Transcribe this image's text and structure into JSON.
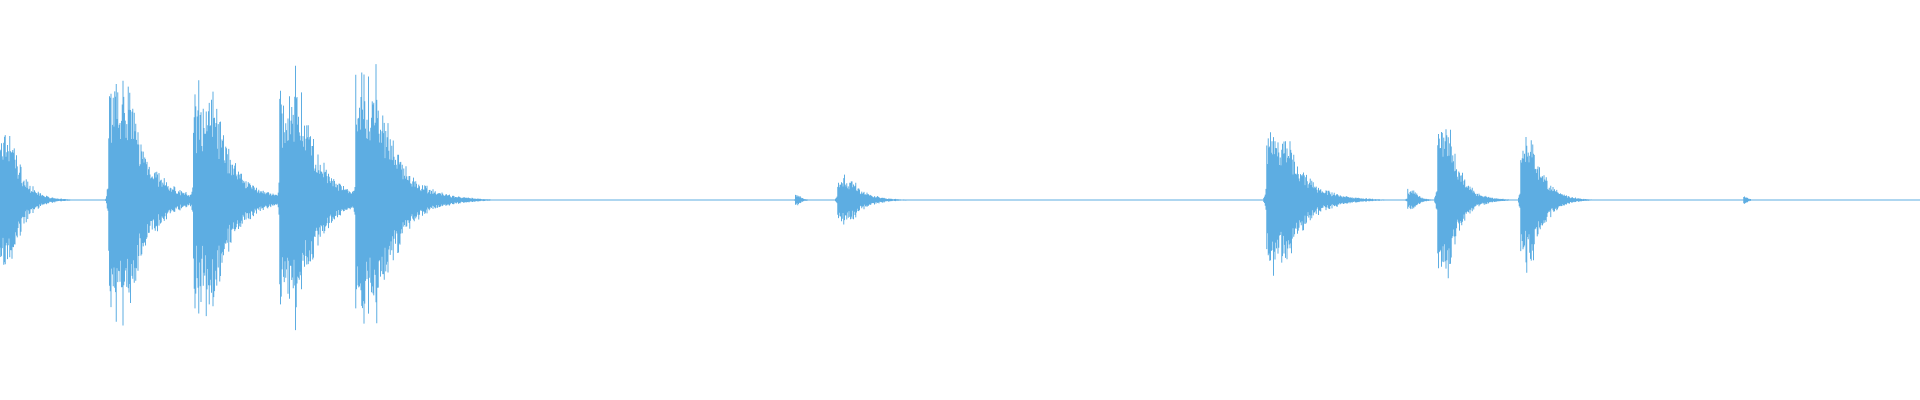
{
  "waveform": {
    "color": "#5dade2",
    "background": "#ffffff",
    "baseline_noise": 0.006,
    "bursts": [
      {
        "t": 0.0,
        "peak": 0.36,
        "decay": 0.012
      },
      {
        "t": 0.0565,
        "peak": 0.62,
        "decay": 0.02
      },
      {
        "t": 0.1005,
        "peak": 0.6,
        "decay": 0.02
      },
      {
        "t": 0.1455,
        "peak": 0.62,
        "decay": 0.02
      },
      {
        "t": 0.185,
        "peak": 0.66,
        "decay": 0.022
      },
      {
        "t": 0.414,
        "peak": 0.03,
        "decay": 0.004
      },
      {
        "t": 0.436,
        "peak": 0.12,
        "decay": 0.014
      },
      {
        "t": 0.6595,
        "peak": 0.38,
        "decay": 0.02
      },
      {
        "t": 0.733,
        "peak": 0.06,
        "decay": 0.006
      },
      {
        "t": 0.7485,
        "peak": 0.42,
        "decay": 0.012
      },
      {
        "t": 0.792,
        "peak": 0.37,
        "decay": 0.012
      },
      {
        "t": 0.908,
        "peak": 0.02,
        "decay": 0.003
      }
    ]
  }
}
